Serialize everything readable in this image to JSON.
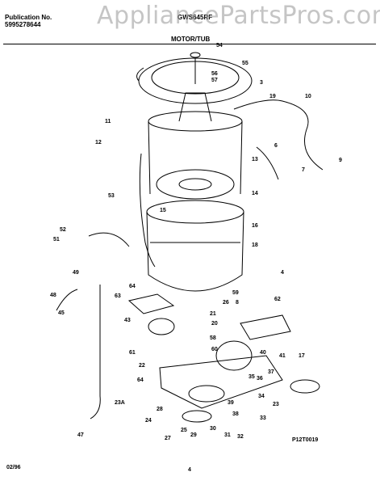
{
  "header": {
    "publication_label": "Publication No.",
    "publication_number": "5995278644",
    "model": "GWS645RF",
    "section_title": "MOTOR/TUB"
  },
  "watermark": "AppliancePartsPros.com",
  "diagram": {
    "callouts": [
      "54",
      "55",
      "56",
      "57",
      "3",
      "19",
      "10",
      "11",
      "12",
      "6",
      "13",
      "7",
      "9",
      "53",
      "14",
      "15",
      "16",
      "52",
      "51",
      "18",
      "49",
      "4",
      "64",
      "59",
      "48",
      "63",
      "26",
      "45",
      "8",
      "62",
      "21",
      "43",
      "58",
      "20",
      "60",
      "61",
      "22",
      "40",
      "41",
      "17",
      "64",
      "37",
      "36",
      "35",
      "34",
      "23A",
      "28",
      "25",
      "39",
      "38",
      "33",
      "23",
      "24",
      "27",
      "29",
      "30",
      "31",
      "32",
      "47"
    ],
    "drawing_id": "P12T0019"
  },
  "footer": {
    "date": "02/96",
    "page": "4"
  }
}
